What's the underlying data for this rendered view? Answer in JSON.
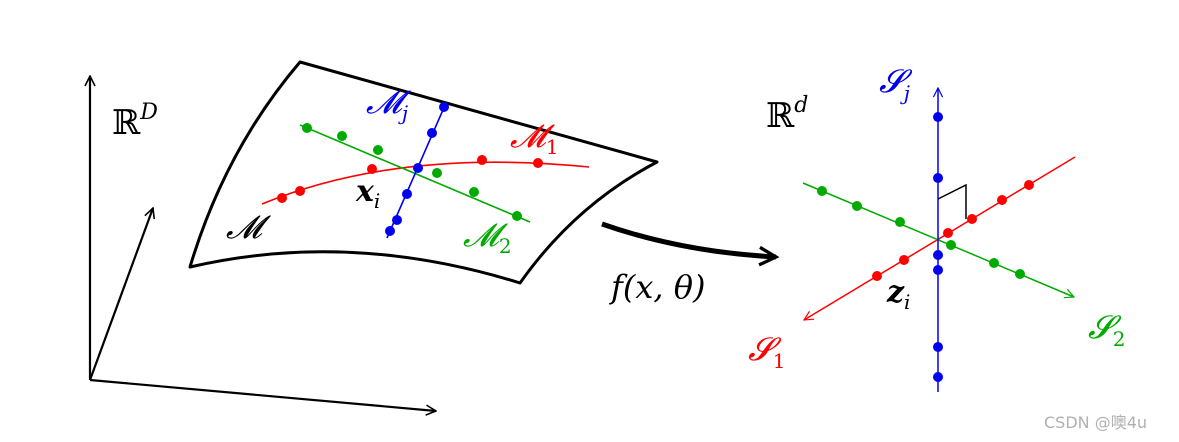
{
  "colors": {
    "ink": "#000000",
    "red": "#ff0000",
    "green": "#00aa00",
    "blue": "#0000ee",
    "watermark": "#b0b0b0"
  },
  "left_space": {
    "ambient_label": "ℝ",
    "ambient_exp": "D",
    "manifold_label": "𝓜",
    "point_label": "x",
    "point_sub": "i",
    "curve_blue_label": "𝓜",
    "curve_blue_sub": "j",
    "curve_red_label": "𝓜",
    "curve_red_sub": "1",
    "curve_green_label": "𝓜",
    "curve_green_sub": "2"
  },
  "mapping": {
    "label": "f(x, θ)"
  },
  "right_space": {
    "ambient_label": "ℝ",
    "ambient_exp": "d",
    "point_label": "z",
    "point_sub": "i",
    "axis_blue_label": "𝓢",
    "axis_blue_sub": "j",
    "axis_red_label": "𝓢",
    "axis_red_sub": "1",
    "axis_green_label": "𝓢",
    "axis_green_sub": "2"
  },
  "watermark": "CSDN @噢4u"
}
